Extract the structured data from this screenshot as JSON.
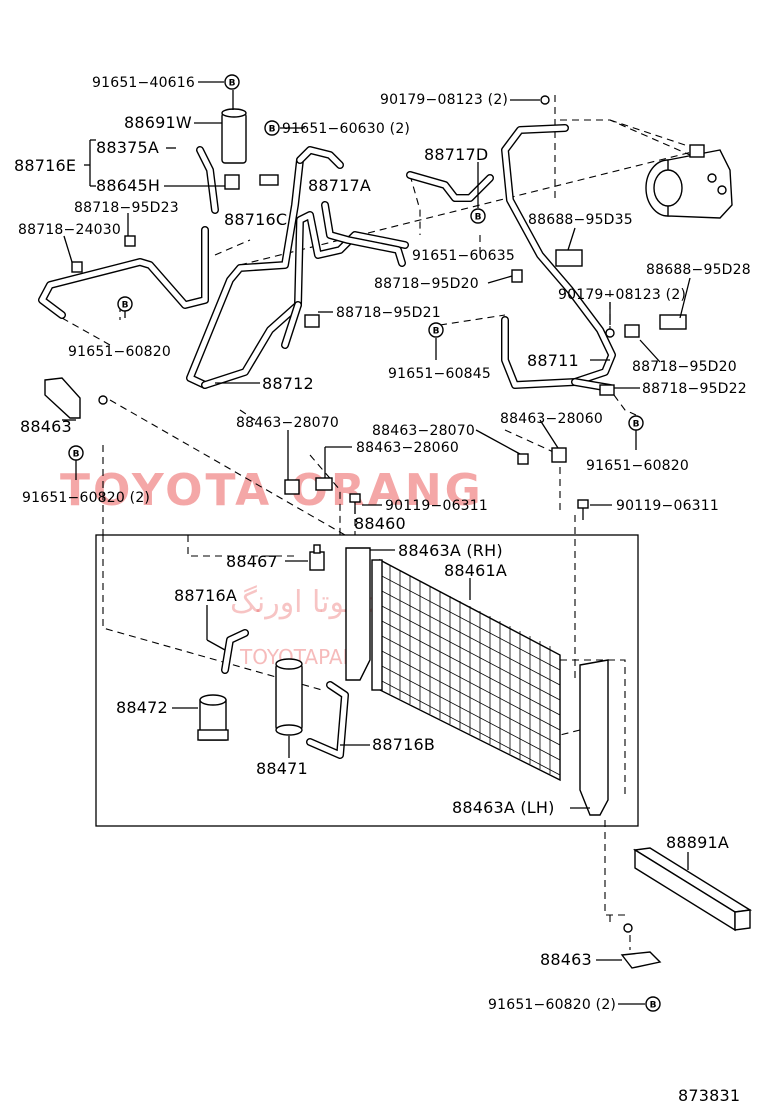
{
  "diagram_code": "873831",
  "watermark": {
    "brand": "TOYOTA ORANG",
    "site": "TOYOTAPART.IR",
    "persian": "تویوتا اورنگ"
  },
  "bolt_symbol": "B",
  "labels": {
    "p91651_40616": "91651−40616",
    "p88691W": "88691W",
    "p91651_60630": "91651−60630 (2)",
    "p88375A": "88375A",
    "p88716E": "88716E",
    "p88645H": "88645H",
    "p88718_95D23": "88718−95D23",
    "p88716C": "88716C",
    "p88717A": "88717A",
    "p88718_24030": "88718−24030",
    "p91651_60820_a": "91651−60820",
    "p88712": "88712",
    "p88463_a": "88463",
    "p91651_60820_2a": "91651−60820 (2)",
    "p90179_08123_a": "90179−08123 (2)",
    "p88717D": "88717D",
    "p91651_60635": "91651−60635",
    "p88688_95D35": "88688−95D35",
    "p88718_95D20_a": "88718−95D20",
    "p88718_95D21": "88718−95D21",
    "p90179_08123_b": "90179−08123 (2)",
    "p88688_95D28": "88688−95D28",
    "p91651_60845": "91651−60845",
    "p88711": "88711",
    "p88718_95D20_b": "88718−95D20",
    "p88718_95D22": "88718−95D22",
    "p88463_28070_a": "88463−28070",
    "p88463_28060_a": "88463−28060",
    "p88463_28070_b": "88463−28070",
    "p88463_28060_b": "88463−28060",
    "p91651_60820_b": "91651−60820",
    "p90119_06311_a": "90119−06311",
    "p90119_06311_b": "90119−06311",
    "p88460": "88460",
    "p88467": "88467",
    "p88463A_RH": "88463A (RH)",
    "p88461A": "88461A",
    "p88716A": "88716A",
    "p88472": "88472",
    "p88716B": "88716B",
    "p88471": "88471",
    "p88463A_LH": "88463A (LH)",
    "p88891A": "88891A",
    "p88463_b": "88463",
    "p91651_60820_2b": "91651−60820 (2)"
  }
}
